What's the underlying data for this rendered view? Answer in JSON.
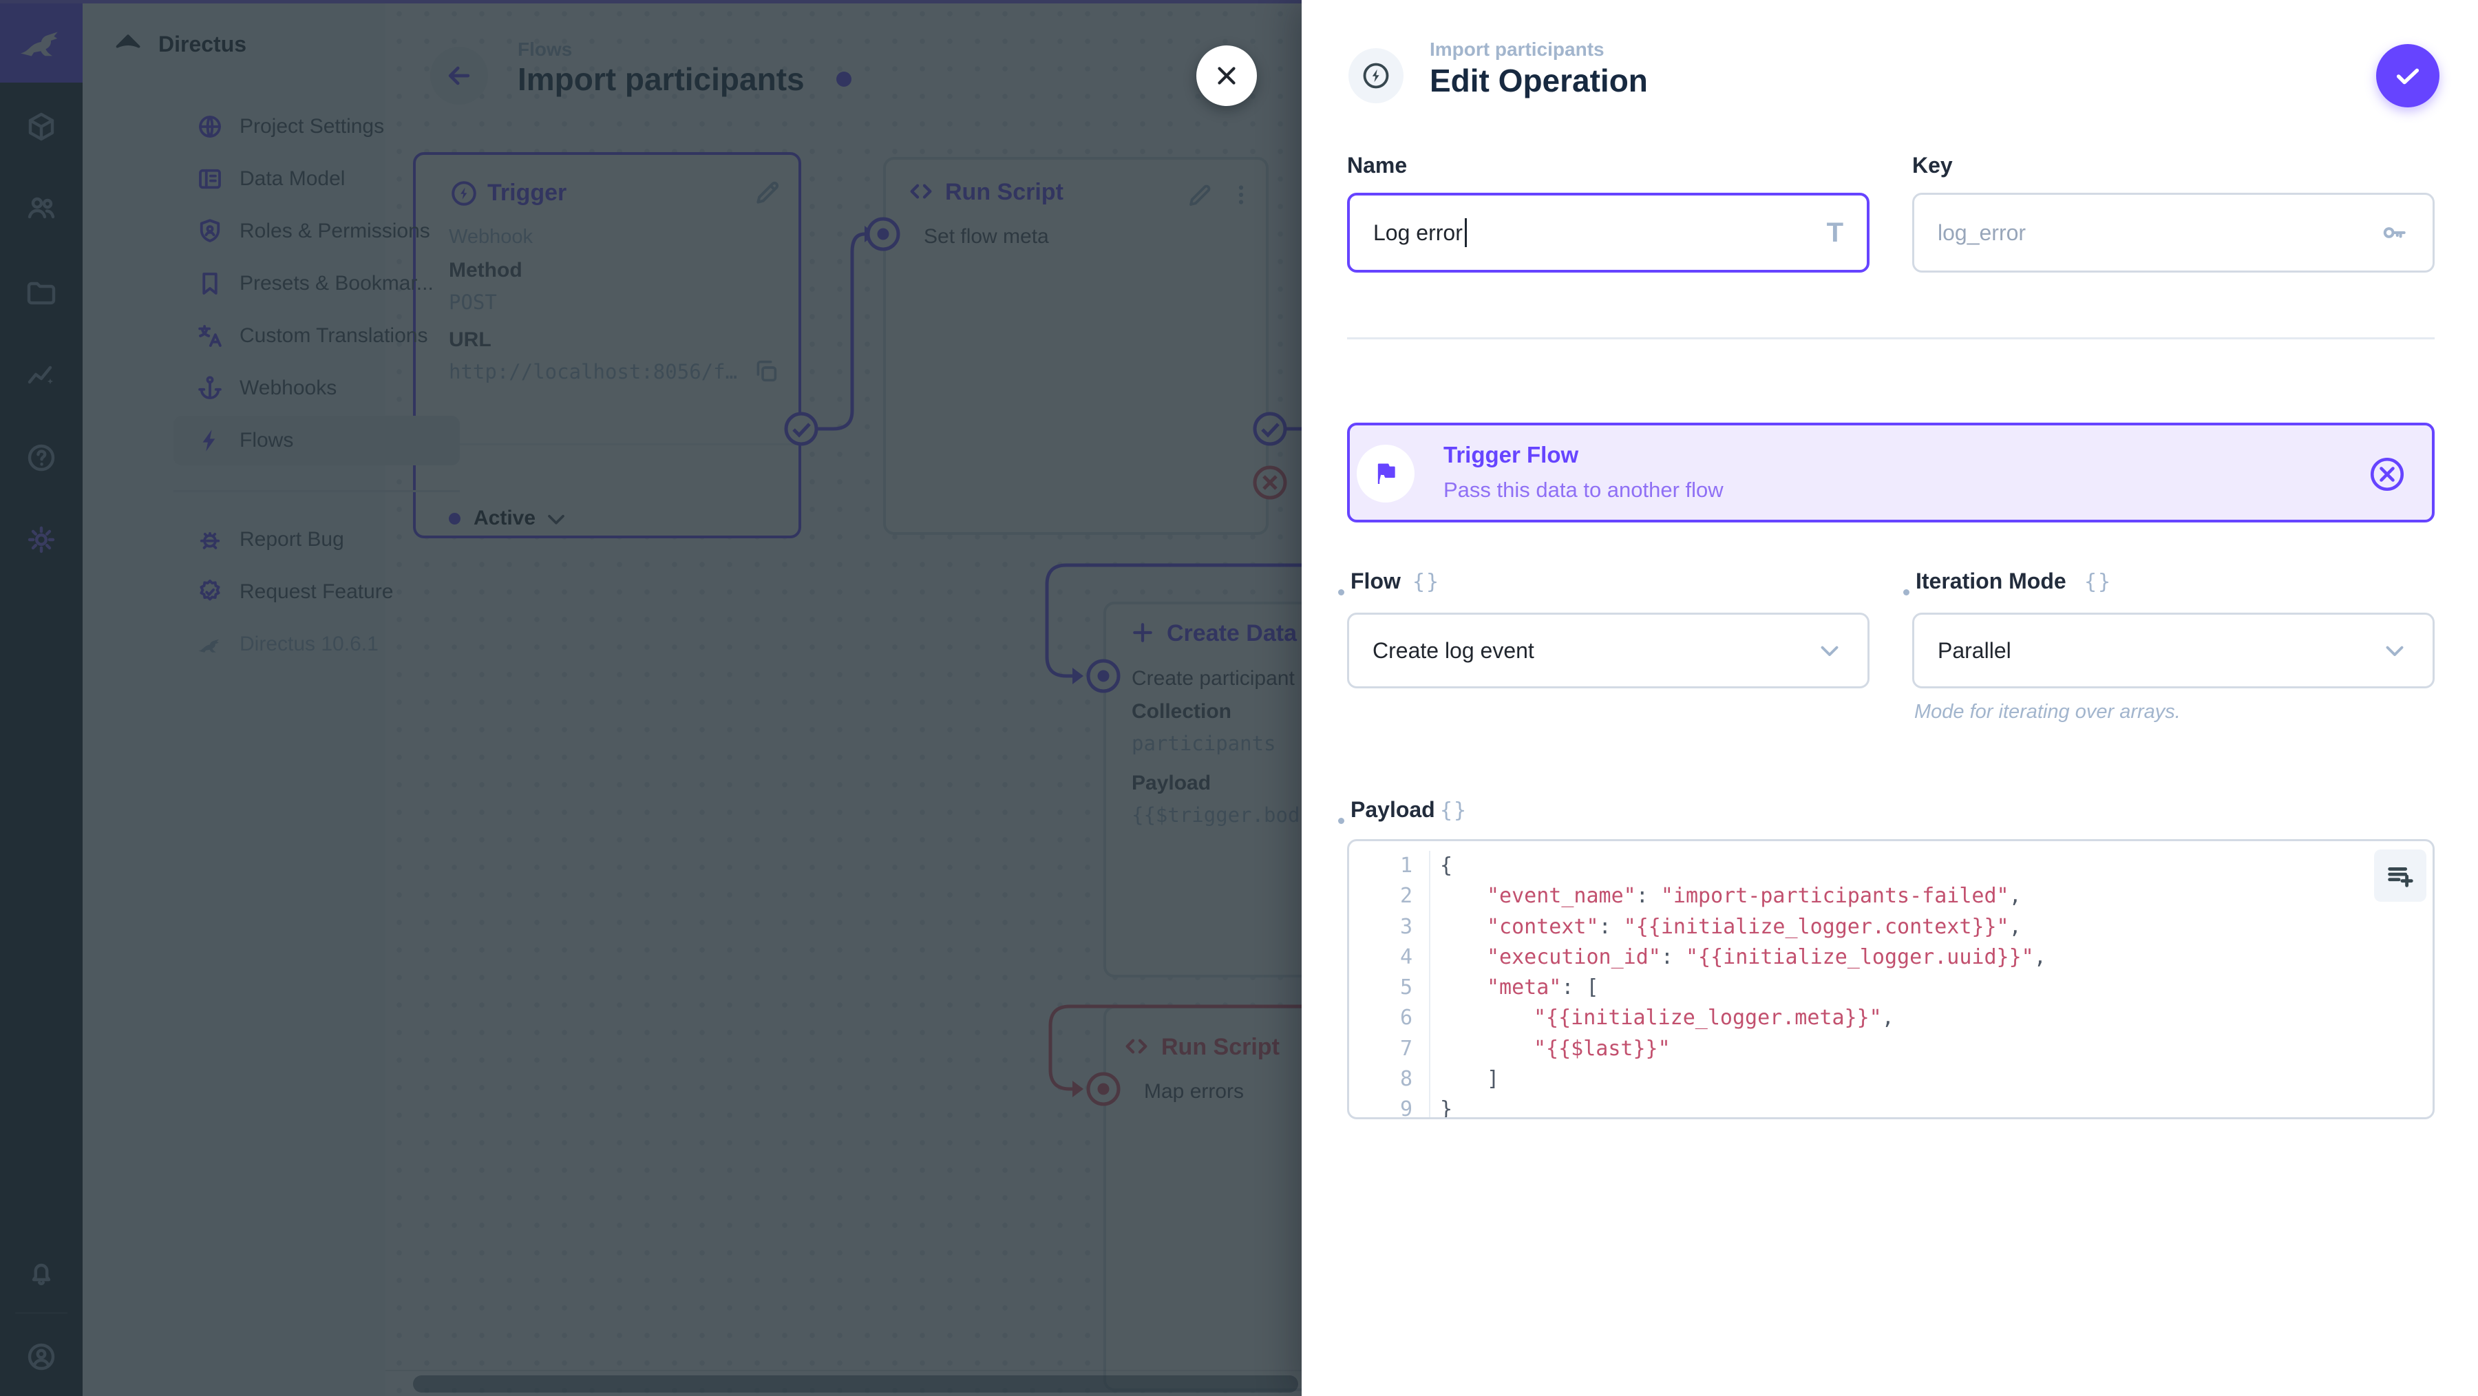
{
  "colors": {
    "primary": "#6644FF",
    "reject": "#E35169",
    "module_bar": "#18222F",
    "nav_bg": "#F0F4F9",
    "overlay": "rgba(38,50,56,0.8)",
    "code_string": "#C2506E"
  },
  "sidebar": {
    "project_name": "Directus",
    "nav": [
      {
        "label": "Project Settings"
      },
      {
        "label": "Data Model"
      },
      {
        "label": "Roles & Permissions"
      },
      {
        "label": "Presets & Bookmar..."
      },
      {
        "label": "Custom Translations"
      },
      {
        "label": "Webhooks"
      },
      {
        "label": "Flows"
      }
    ],
    "footer_nav": [
      {
        "label": "Report Bug"
      },
      {
        "label": "Request Feature"
      }
    ],
    "version": "Directus 10.6.1"
  },
  "canvas": {
    "breadcrumb": "Flows",
    "title": "Import participants",
    "nodes": {
      "trigger": {
        "title": "Trigger",
        "type": "Webhook",
        "method_label": "Method",
        "method": "POST",
        "url_label": "URL",
        "url": "http://localhost:8056/f…",
        "status": "Active"
      },
      "run_script": {
        "title": "Run Script",
        "name": "Set flow meta"
      },
      "create_data": {
        "title": "Create Data",
        "name": "Create participant",
        "collection_label": "Collection",
        "collection": "participants",
        "payload_label": "Payload",
        "payload": "{{$trigger.bod"
      },
      "map_errors": {
        "title": "Run Script",
        "name": "Map errors"
      }
    }
  },
  "drawer": {
    "breadcrumb": "Import participants",
    "title": "Edit Operation",
    "name_label": "Name",
    "name_value": "Log error",
    "key_label": "Key",
    "key_value": "log_error",
    "banner": {
      "title": "Trigger Flow",
      "subtitle": "Pass this data to another flow"
    },
    "flow_label": "Flow",
    "flow_value": "Create log event",
    "iteration_label": "Iteration Mode",
    "iteration_value": "Parallel",
    "iteration_note": "Mode for iterating over arrays.",
    "payload_label": "Payload",
    "braces_icon": "{}",
    "payload": {
      "lines": [
        {
          "n": "1",
          "ind": 0,
          "parts": [
            [
              "p",
              "{"
            ]
          ]
        },
        {
          "n": "2",
          "ind": 1,
          "parts": [
            [
              "s",
              "\"event_name\""
            ],
            [
              "p",
              ": "
            ],
            [
              "s",
              "\"import-participants-failed\""
            ],
            [
              "p",
              ","
            ]
          ]
        },
        {
          "n": "3",
          "ind": 1,
          "parts": [
            [
              "s",
              "\"context\""
            ],
            [
              "p",
              ": "
            ],
            [
              "s",
              "\"{{initialize_logger.context}}\""
            ],
            [
              "p",
              ","
            ]
          ]
        },
        {
          "n": "4",
          "ind": 1,
          "parts": [
            [
              "s",
              "\"execution_id\""
            ],
            [
              "p",
              ": "
            ],
            [
              "s",
              "\"{{initialize_logger.uuid}}\""
            ],
            [
              "p",
              ","
            ]
          ]
        },
        {
          "n": "5",
          "ind": 1,
          "parts": [
            [
              "s",
              "\"meta\""
            ],
            [
              "p",
              ": ["
            ]
          ]
        },
        {
          "n": "6",
          "ind": 2,
          "parts": [
            [
              "s",
              "\"{{initialize_logger.meta}}\""
            ],
            [
              "p",
              ","
            ]
          ]
        },
        {
          "n": "7",
          "ind": 2,
          "parts": [
            [
              "s",
              "\"{{$last}}\""
            ]
          ]
        },
        {
          "n": "8",
          "ind": 1,
          "parts": [
            [
              "p",
              "]"
            ]
          ]
        },
        {
          "n": "9",
          "ind": 0,
          "parts": [
            [
              "p",
              "}"
            ]
          ]
        }
      ]
    }
  }
}
